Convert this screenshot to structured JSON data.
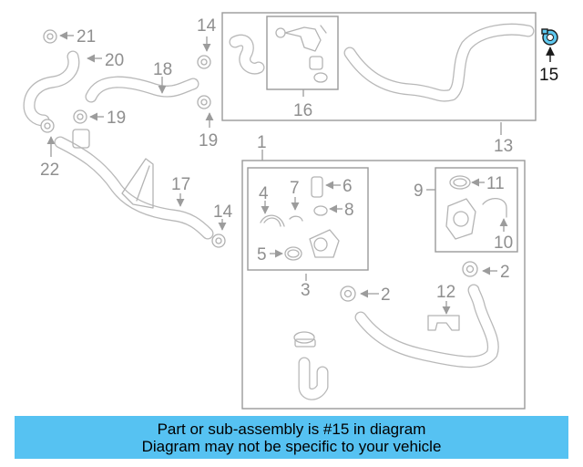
{
  "diagram": {
    "callouts": {
      "c1": "1",
      "c2a": "2",
      "c2b": "2",
      "c3": "3",
      "c4": "4",
      "c5": "5",
      "c6": "6",
      "c7": "7",
      "c8": "8",
      "c9": "9",
      "c10": "10",
      "c11": "11",
      "c12": "12",
      "c13": "13",
      "c14a": "14",
      "c14b": "14",
      "c15": "15",
      "c16": "16",
      "c17": "17",
      "c18": "18",
      "c19a": "19",
      "c19b": "19",
      "c20": "20",
      "c21": "21",
      "c22": "22"
    },
    "highlighted_part": "15",
    "highlight_color": "#5ec8ef"
  },
  "banner": {
    "line1": "Part or sub-assembly is #15 in diagram",
    "line2": "Diagram may not be specific to your vehicle",
    "color": "#56c2f2"
  }
}
